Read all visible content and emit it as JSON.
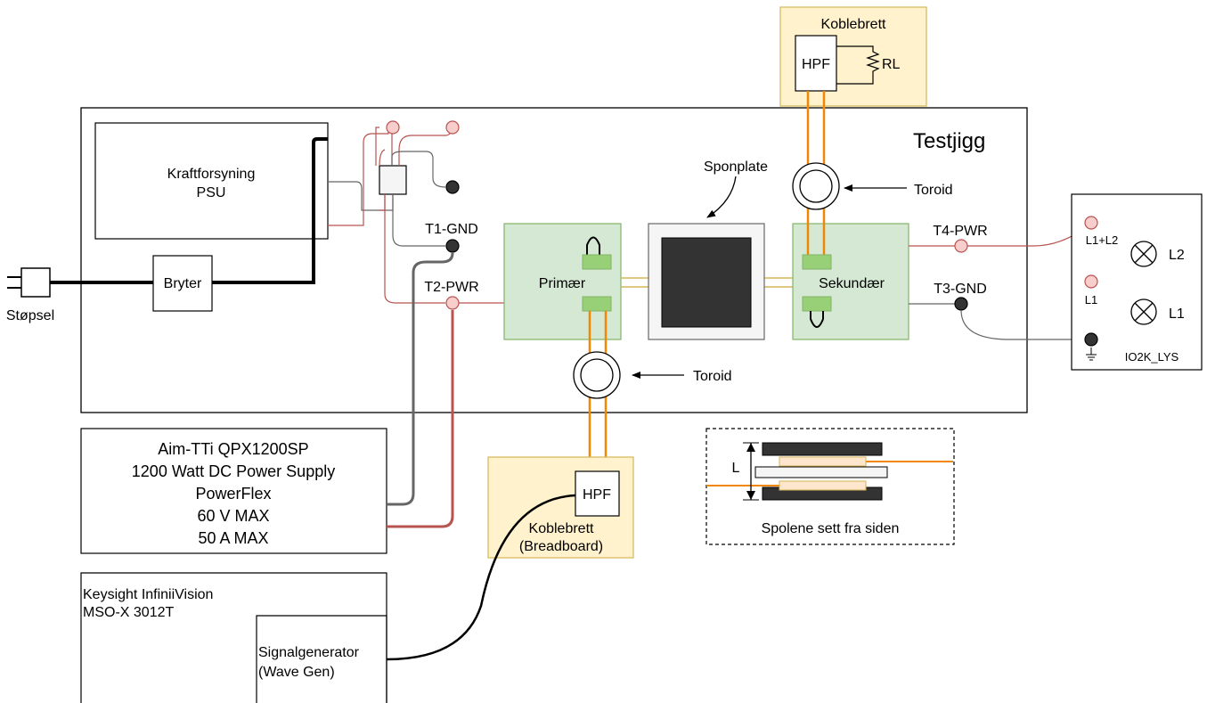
{
  "colors": {
    "red_wire": "#b85450",
    "red_terminal": "#f8cecc",
    "dark_terminal": "#333333",
    "green_fill": "#d5e8d4",
    "green_stroke": "#82b366",
    "pad_fill": "#97d077",
    "yellow_fill": "#fff2cc",
    "yellow_stroke": "#d6b656",
    "orange_wire": "#f08705",
    "grey_wire": "#666666"
  },
  "testjigg": {
    "title": "Testjigg"
  },
  "psu": {
    "line1": "Kraftforsyning",
    "line2": "PSU"
  },
  "bryter": {
    "label": "Bryter"
  },
  "plug": {
    "label": "Støpsel"
  },
  "terminals": {
    "t1": "T1-GND",
    "t2": "T2-PWR",
    "t3": "T3-GND",
    "t4": "T4-PWR"
  },
  "primary": {
    "label": "Primær"
  },
  "secondary": {
    "label": "Sekundær"
  },
  "sponplate": {
    "label": "Sponplate"
  },
  "toroid_bottom": {
    "label": "Toroid"
  },
  "toroid_top": {
    "label": "Toroid"
  },
  "koblebrett_top": {
    "title": "Koblebrett",
    "hpf": "HPF",
    "rl": "RL"
  },
  "koblebrett_bottom": {
    "hpf": "HPF",
    "line1": "Koblebrett",
    "line2": "(Breadboard)"
  },
  "power_supply": {
    "line1": "Aim-TTi QPX1200SP",
    "line2": "1200 Watt DC Power Supply",
    "line3": "PowerFlex",
    "line4": "60 V MAX",
    "line5": "50 A MAX"
  },
  "scope": {
    "line1": "Keysight InfiniiVision",
    "line2": "MSO-X 3012T",
    "gen_line1": "Signalgenerator",
    "gen_line2": "(Wave Gen)"
  },
  "lights": {
    "l1l2_terminal": "L1+L2",
    "l1_terminal": "L1",
    "lamp_l2": "L2",
    "lamp_l1": "L1",
    "box_label": "IO2K_LYS"
  },
  "coil_side": {
    "dimension": "L",
    "caption": "Spolene sett fra siden"
  }
}
